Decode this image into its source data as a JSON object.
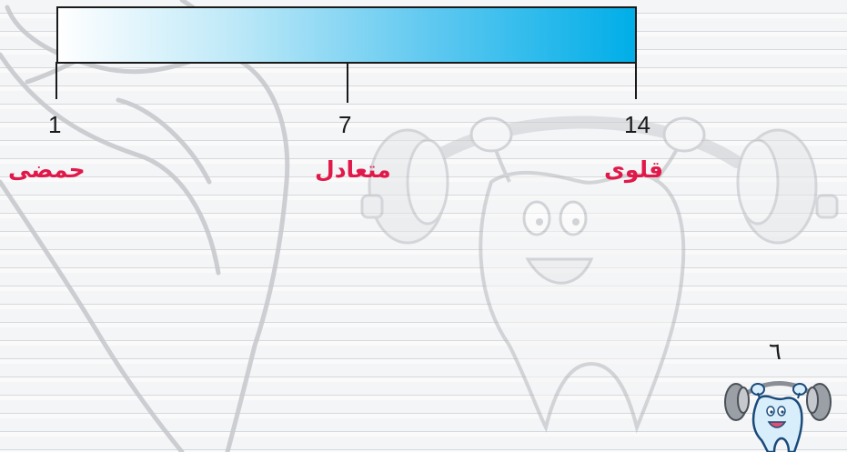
{
  "scale": {
    "ticks": [
      {
        "value": "1"
      },
      {
        "value": "7"
      },
      {
        "value": "14"
      }
    ],
    "labels": {
      "acidic": "حمضى",
      "neutral": "متعادل",
      "alkaline": "قلوى"
    },
    "gradient_colors": [
      "#ffffff",
      "#00aee8"
    ]
  },
  "page": {
    "number": "٦"
  },
  "icons": {
    "background": "hand-sketch-icon",
    "mascot": "weightlifting-tooth-icon",
    "logo": "tooth-mascot-logo-icon"
  },
  "colors": {
    "label_red": "#e0194a",
    "bar_blue": "#00aee8"
  }
}
